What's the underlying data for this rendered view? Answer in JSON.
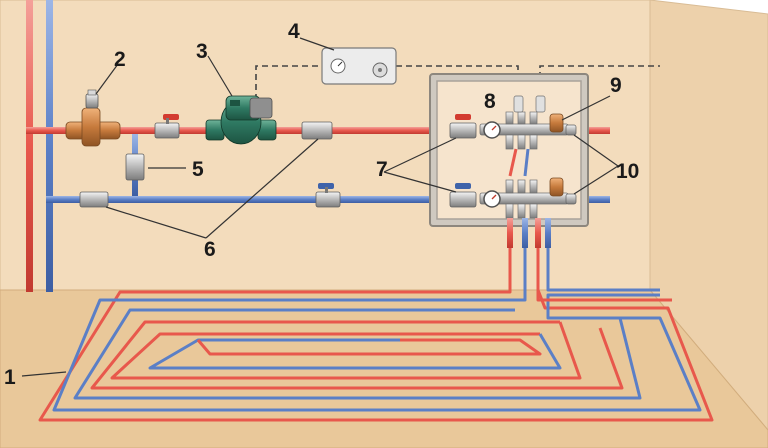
{
  "callouts": [
    {
      "id": "1",
      "label": "1",
      "part": "underfloor-heating-loop"
    },
    {
      "id": "2",
      "label": "2",
      "part": "mixing-valve"
    },
    {
      "id": "3",
      "label": "3",
      "part": "circulation-pump"
    },
    {
      "id": "4",
      "label": "4",
      "part": "room-thermostat"
    },
    {
      "id": "5",
      "label": "5",
      "part": "bypass-fitting"
    },
    {
      "id": "6",
      "label": "6",
      "part": "pipe-couplings"
    },
    {
      "id": "7",
      "label": "7",
      "part": "ball-valves"
    },
    {
      "id": "8",
      "label": "8",
      "part": "manifold-gauge"
    },
    {
      "id": "9",
      "label": "9",
      "part": "air-vent"
    },
    {
      "id": "10",
      "label": "10",
      "part": "drain-valves"
    }
  ],
  "colors": {
    "wall": "#f3dcbc",
    "side_wall": "#edd1ab",
    "floor": "#e9c89a",
    "hot_pipe": "#e8584c",
    "cold_pipe": "#5b7fc6",
    "cabinet": "#a8a29a"
  }
}
